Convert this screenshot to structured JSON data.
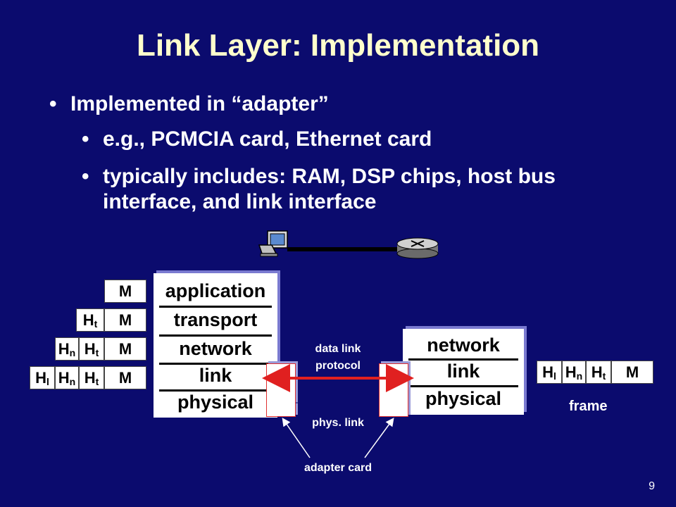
{
  "title": "Link Layer: Implementation",
  "bullets": [
    {
      "text": "Implemented in “adapter”",
      "level": 1
    },
    {
      "text": "e.g., PCMCIA card, Ethernet card",
      "level": 2
    },
    {
      "text": "typically includes: RAM, DSP chips, host bus interface, and link interface",
      "level": 2
    }
  ],
  "bullet_char": "•",
  "left_stack": [
    "application",
    "transport",
    "network",
    "link",
    "physical"
  ],
  "right_stack": [
    "network",
    "link",
    "physical"
  ],
  "headers": {
    "M": "M",
    "Ht": {
      "base": "H",
      "sub": "t"
    },
    "Hn": {
      "base": "H",
      "sub": "n"
    },
    "Hl": {
      "base": "H",
      "sub": "l"
    }
  },
  "labels": {
    "data_link_protocol_1": "data link",
    "data_link_protocol_2": "protocol",
    "phys_link": "phys. link",
    "adapter_card": "adapter card",
    "frame": "frame"
  },
  "icons": {
    "host": "computer-icon",
    "router": "router-icon"
  },
  "colors": {
    "background": "#0b0b6e",
    "title": "#ffffcc",
    "arrow": "#e02020"
  },
  "page_number": "9"
}
